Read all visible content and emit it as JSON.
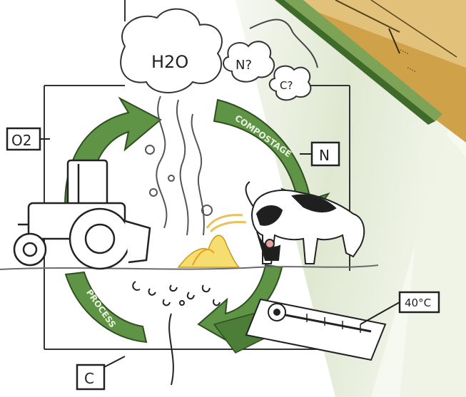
{
  "labels": {
    "water_cloud": "H2O",
    "nitrogen_cloud": "N?",
    "carbon_cloud": "C?",
    "oxygen_box": "O2",
    "nitrogen_box": "N",
    "carbon_box": "C",
    "temperature_tag": "40°C",
    "arrow_top_text": "COMPOSTAGE",
    "arrow_bottom_text": "PROCESS"
  },
  "colors": {
    "arrow_green": "#5f9446",
    "arrow_dark": "#3e6b2b",
    "ink": "#222222",
    "sheet": "#e4ecd9",
    "ray_light": "#f4f7ea",
    "ground": "#6a6a6a",
    "fire": "#f0c02a",
    "straw": "#e8c15a"
  },
  "icons": {
    "tractor": "tractor-icon",
    "cow": "cow-icon",
    "thermometer": "thermometer-icon",
    "steam": "steam-icon"
  }
}
